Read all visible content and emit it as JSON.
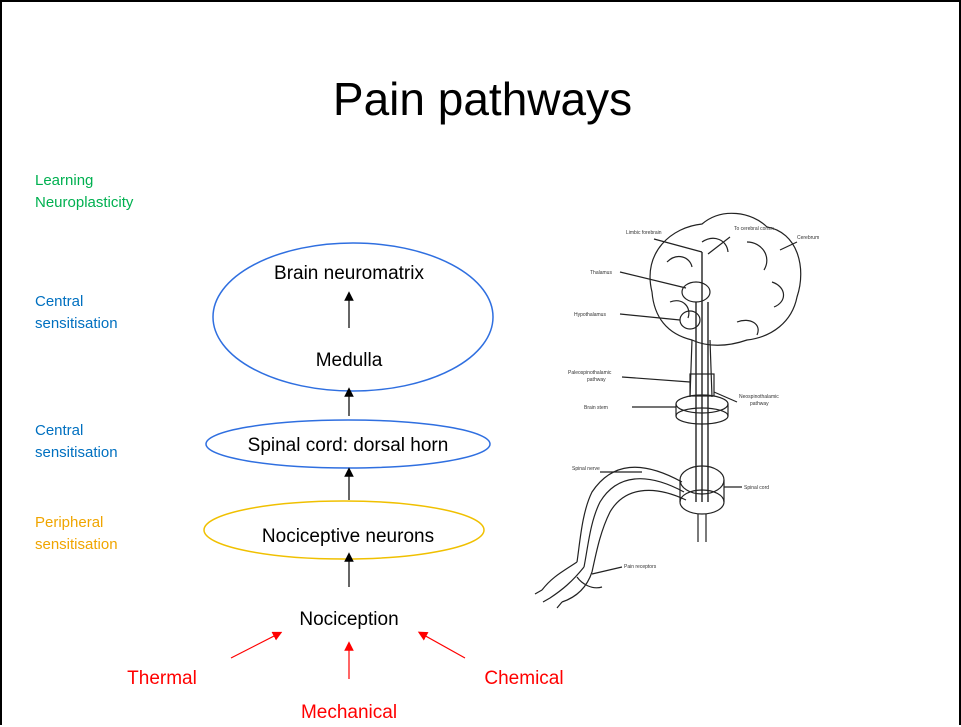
{
  "title": "Pain pathways",
  "side_labels": {
    "learning": "Learning\nNeuroplasticity",
    "central1": "Central\nsensitisation",
    "central2": "Central\nsensitisation",
    "peripheral": "Peripheral\nsensitisation"
  },
  "nodes": {
    "brain": "Brain neuromatrix",
    "medulla": "Medulla",
    "spinal": "Spinal cord: dorsal horn",
    "nociceptive": "Nociceptive neurons",
    "nociception": "Nociception"
  },
  "stimuli": {
    "thermal": "Thermal",
    "mechanical": "Mechanical",
    "chemical": "Chemical"
  },
  "colors": {
    "green": "#00b050",
    "blue": "#0070c0",
    "orange": "#f0a500",
    "red": "#ff0000",
    "ellipse_blue": "#2f6fe0",
    "ellipse_yellow": "#f0c000"
  },
  "anatomy": {
    "limbic": "Limbic forebrain",
    "cortex": "To cerebral cortex",
    "cerebrum": "Cerebrum",
    "thalamus": "Thalamus",
    "hypothalamus": "Hypothalamus",
    "paleo": "Paleospinothalamic\npathway",
    "neo": "Neospinothalamic\npathway",
    "brainstem": "Brain stem",
    "spinal_nerve": "Spinal nerve",
    "spinal_cord": "Spinal cord",
    "pain_receptors": "Pain receptors"
  }
}
